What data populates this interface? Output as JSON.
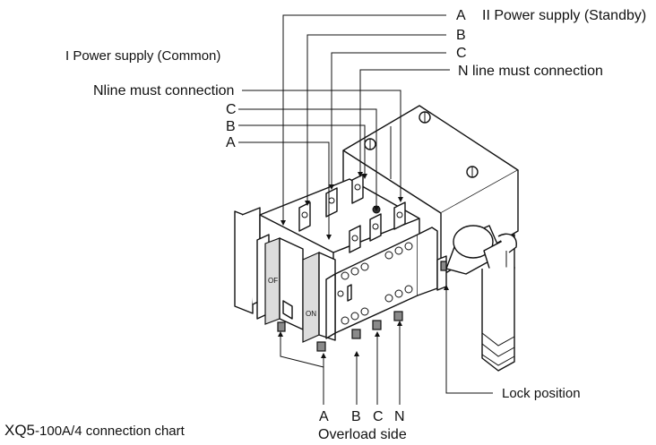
{
  "diagram": {
    "standby": {
      "label": "II Power supply (Standby)",
      "phases": [
        "A",
        "B",
        "C"
      ],
      "neutral": "N line must connection"
    },
    "common": {
      "label": "I Power supply (Common)",
      "neutral": "Nline must connection",
      "phases": [
        "C",
        "B",
        "A"
      ]
    },
    "device_marks": {
      "off": "OF",
      "on": "ON"
    },
    "lock": "Lock position",
    "overload": {
      "phases": [
        "A",
        "B",
        "C",
        "N"
      ],
      "label": "Overload side"
    },
    "caption": {
      "model": "XQ5",
      "rest": "-100A/4 connection chart"
    }
  }
}
